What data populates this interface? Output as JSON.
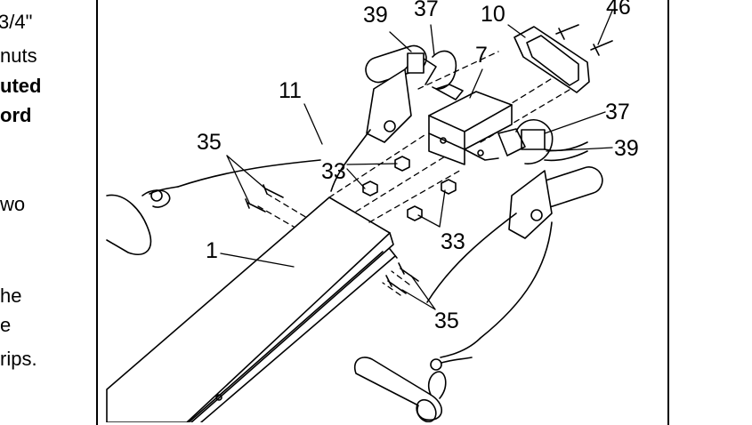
{
  "left_text": [
    {
      "text": "3/4\"",
      "bold": false
    },
    {
      "text": "nuts",
      "bold": false
    },
    {
      "text": "uted",
      "bold": true
    },
    {
      "text": "ord",
      "bold": true
    },
    {
      "text": "wo",
      "bold": false
    },
    {
      "text": "he",
      "bold": false
    },
    {
      "text": "e",
      "bold": false
    },
    {
      "text": "rips.",
      "bold": false
    }
  ],
  "callouts": {
    "c39_top": "39",
    "c37_top": "37",
    "c10": "10",
    "c46": "46",
    "c7": "7",
    "c11": "11",
    "c35_left": "35",
    "c37_right": "37",
    "c39_right": "39",
    "c33_left": "33",
    "c1": "1",
    "c33_right": "33",
    "c35_bottom": "35"
  }
}
